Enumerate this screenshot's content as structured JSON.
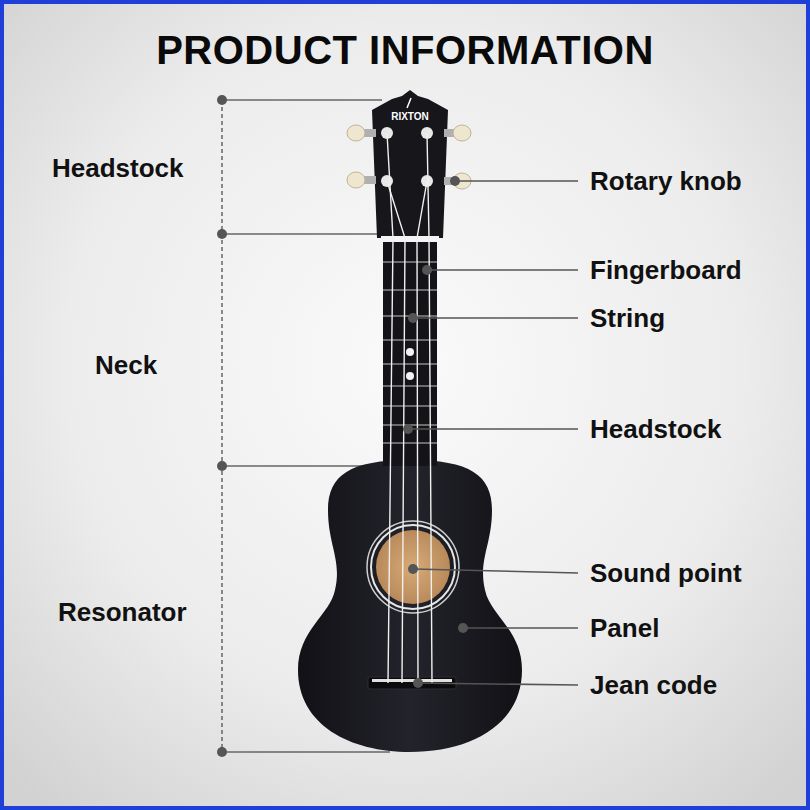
{
  "diagram": {
    "title": "PRODUCT INFORMATION",
    "labels": [
      "RIXTON",
      "Headstock",
      "Neck",
      "Resonator",
      "Rotary knob",
      "Fingerboard",
      "String",
      "Headstock",
      "Sound point",
      "Panel",
      "Jean code"
    ]
  }
}
